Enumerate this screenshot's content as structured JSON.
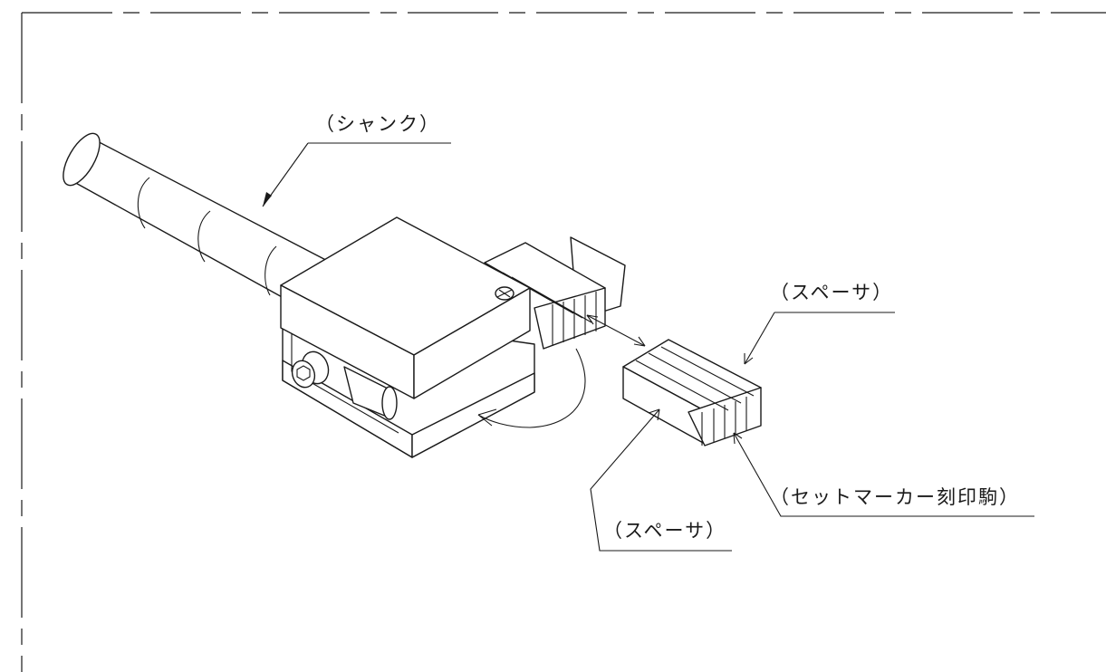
{
  "labels": {
    "shank": "（シャンク）",
    "spacer_top": "（スペーサ）",
    "spacer_bottom": "（スペーサ）",
    "marker": "（セットマーカー刻印駒）"
  }
}
